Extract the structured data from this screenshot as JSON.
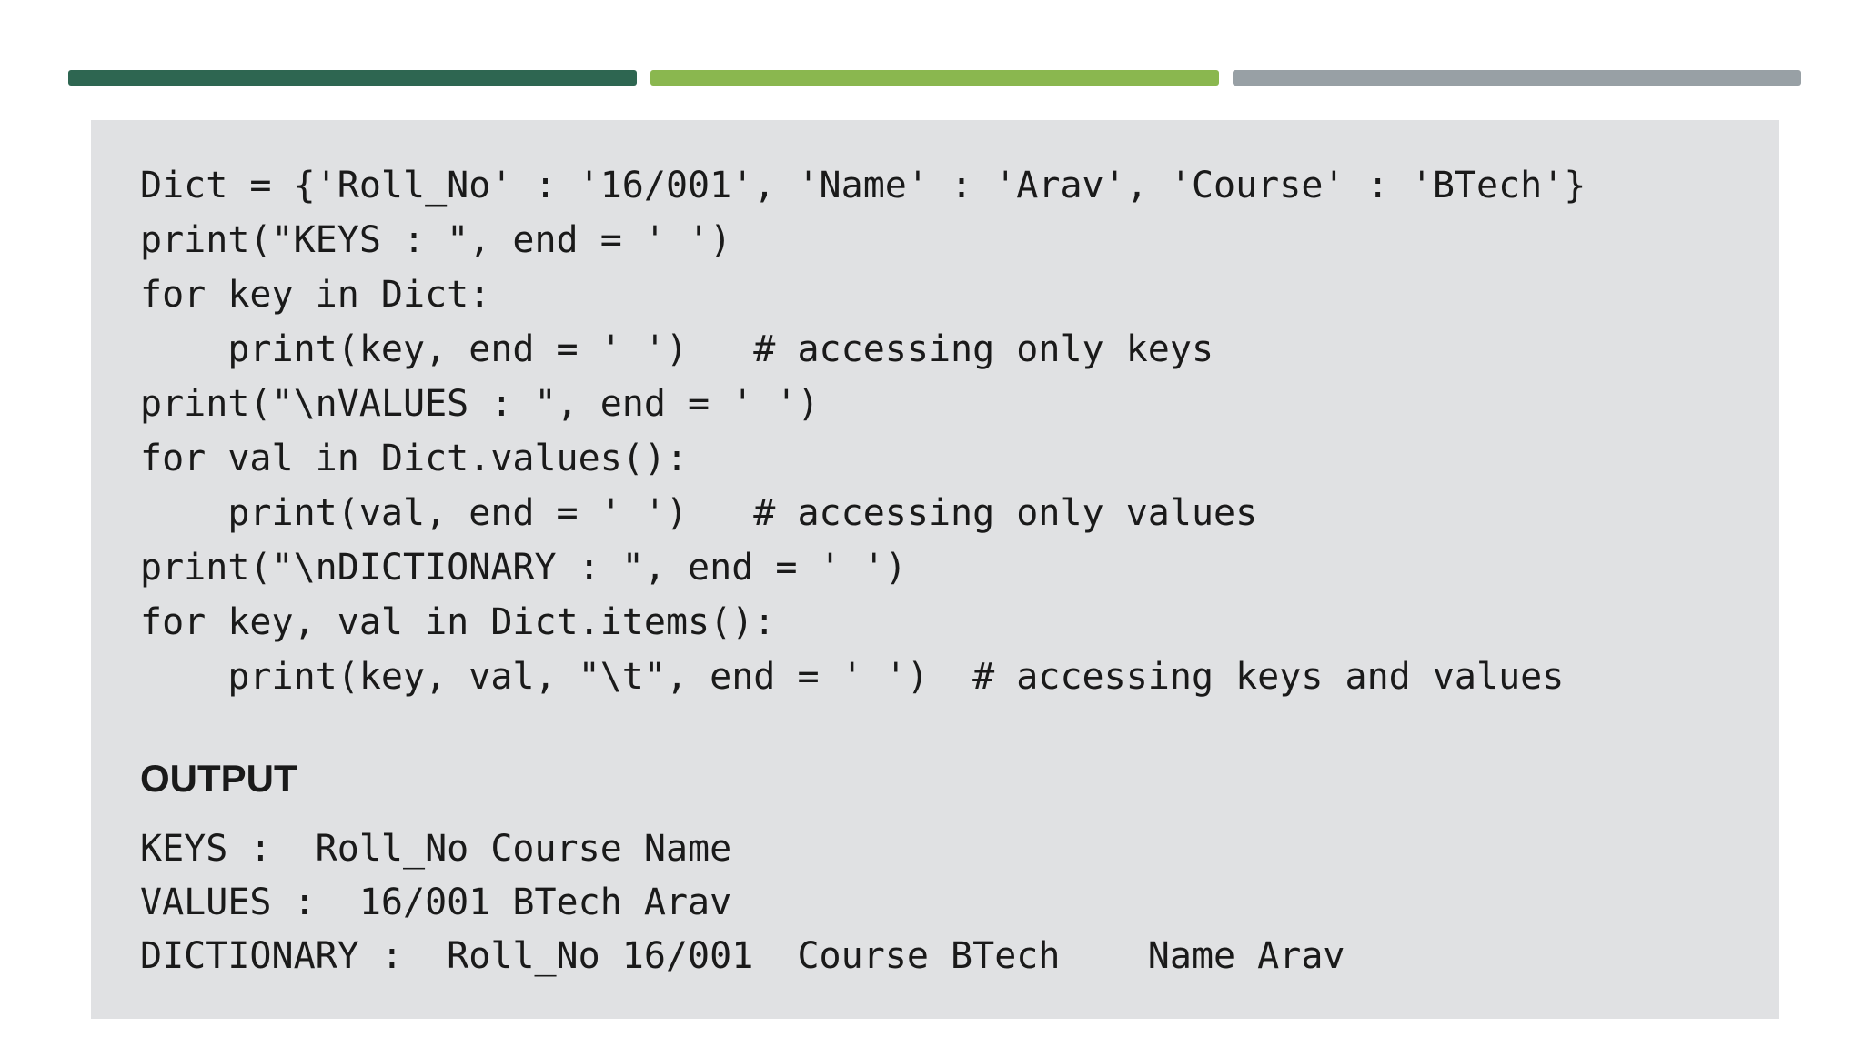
{
  "colors": {
    "bar_dark_green": "#2e6651",
    "bar_light_green": "#8ab74f",
    "bar_gray": "#98a0a5",
    "panel_background": "#e0e1e3",
    "text": "#1a1a1a"
  },
  "code": {
    "lines": [
      "Dict = {'Roll_No' : '16/001', 'Name' : 'Arav', 'Course' : 'BTech'}",
      "print(\"KEYS : \", end = ' ')",
      "for key in Dict:",
      "    print(key, end = ' ')   # accessing only keys",
      "print(\"\\nVALUES : \", end = ' ')",
      "for val in Dict.values():",
      "    print(val, end = ' ')   # accessing only values",
      "print(\"\\nDICTIONARY : \", end = ' ')",
      "for key, val in Dict.items():",
      "    print(key, val, \"\\t\", end = ' ')  # accessing keys and values"
    ]
  },
  "output": {
    "heading": "OUTPUT",
    "lines": [
      "KEYS :  Roll_No Course Name",
      "VALUES :  16/001 BTech Arav",
      "DICTIONARY :  Roll_No 16/001  Course BTech    Name Arav"
    ]
  }
}
